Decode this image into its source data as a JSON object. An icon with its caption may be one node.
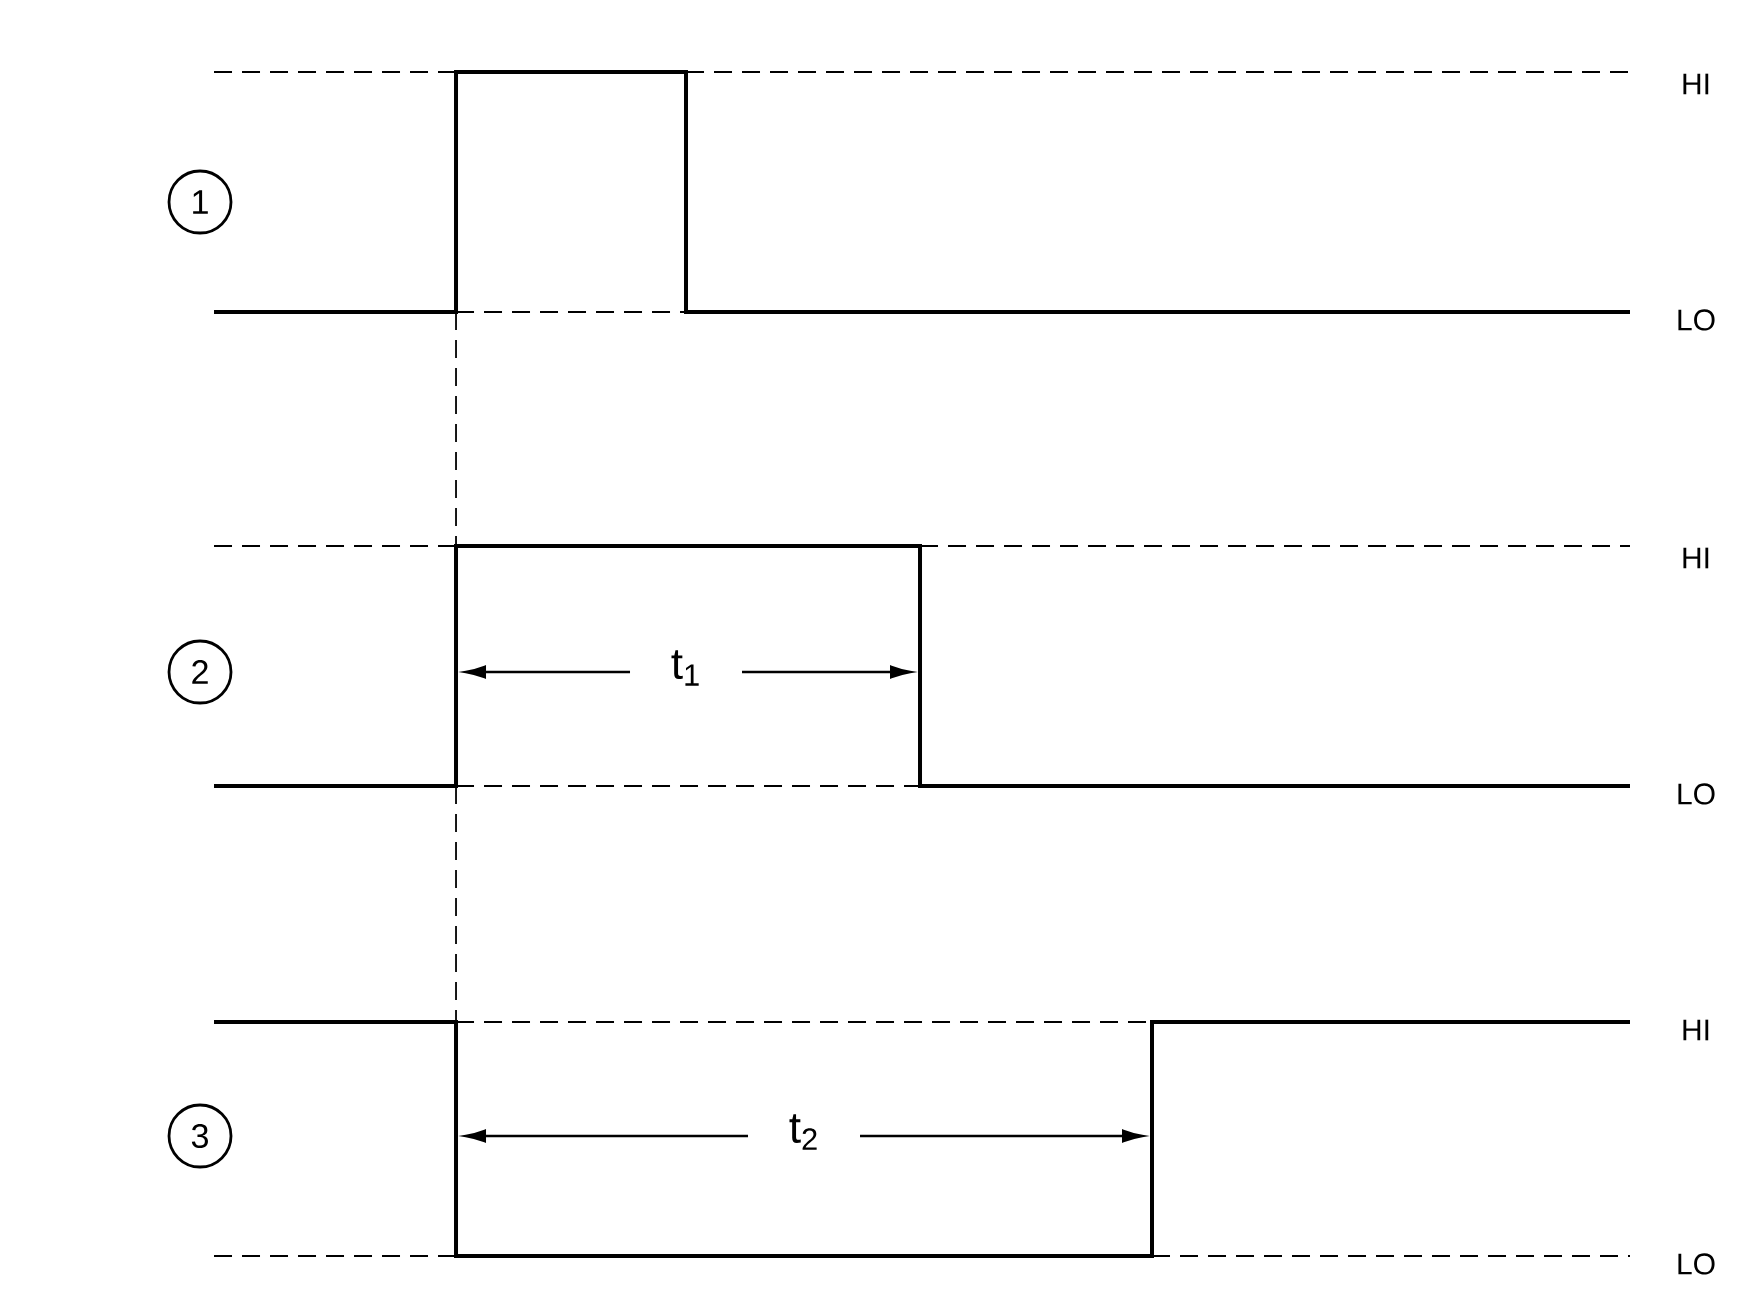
{
  "diagram": {
    "nodes": [
      {
        "text": [
          "1"
        ]
      },
      {
        "text": [
          "2"
        ]
      },
      {
        "text": [
          "3"
        ]
      }
    ],
    "labels": [
      "HI",
      "LO",
      "HI",
      "t$_{1}$",
      "LO",
      "HI",
      "t$_{2}$",
      "LO"
    ]
  }
}
